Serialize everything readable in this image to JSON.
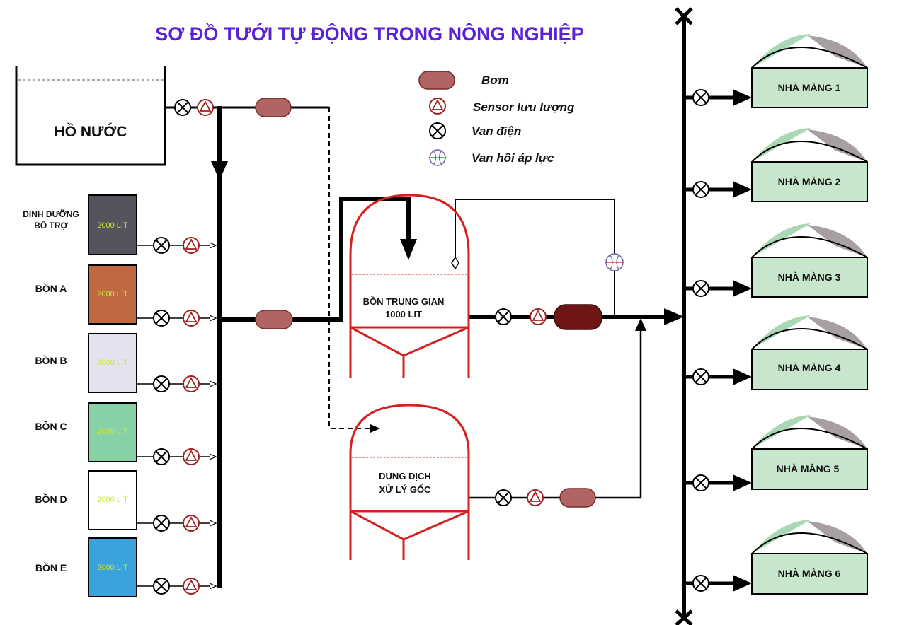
{
  "title": "SƠ ĐỒ TƯỚI TỰ ĐỘNG TRONG NÔNG NGHIỆP",
  "water_source": "HỒ NƯỚC",
  "legend": {
    "pump": "Bơm",
    "flow_sensor": "Sensor lưu lượng",
    "solenoid_valve": "Van điện",
    "pressure_relief_valve": "Van hồi áp lực"
  },
  "nutrient_tanks": [
    {
      "label_line1": "DINH DƯỠNG",
      "label_line2": "BỔ TRỢ",
      "capacity": "2000 LÍT",
      "color": "#55545c"
    },
    {
      "label_line1": "BỒN A",
      "label_line2": "",
      "capacity": "2000 LÍT",
      "color": "#c0683f"
    },
    {
      "label_line1": "BỒN B",
      "label_line2": "",
      "capacity": "2000 LÍT",
      "color": "#e3e2ef"
    },
    {
      "label_line1": "BỒN C",
      "label_line2": "",
      "capacity": "2000 LÍT",
      "color": "#88d0a5"
    },
    {
      "label_line1": "BỒN D",
      "label_line2": "",
      "capacity": "2000 LÍT",
      "color": "#ffffff"
    },
    {
      "label_line1": "BỒN E",
      "label_line2": "",
      "capacity": "2000 LÍT",
      "color": "#3aa2dc"
    }
  ],
  "mixing_tank": {
    "line1": "BỒN TRUNG GIAN",
    "line2": "1000 LIT"
  },
  "stock_tank": {
    "line1": "DUNG DỊCH",
    "line2": "XỬ LÝ GỐC"
  },
  "greenhouses": [
    "NHÀ MÀNG 1",
    "NHÀ MÀNG 2",
    "NHÀ MÀNG 3",
    "NHÀ MÀNG 4",
    "NHÀ MÀNG 5",
    "NHÀ MÀNG 6"
  ],
  "colors": {
    "title": "#5a22d6",
    "tank_outline": "#d42020",
    "pump_fill": "#b06464",
    "pump_dark": "#6e1515",
    "sensor_stroke": "#a02020",
    "greenhouse_fill": "#c8e6cc",
    "capacity_text": "#c8e63c"
  }
}
